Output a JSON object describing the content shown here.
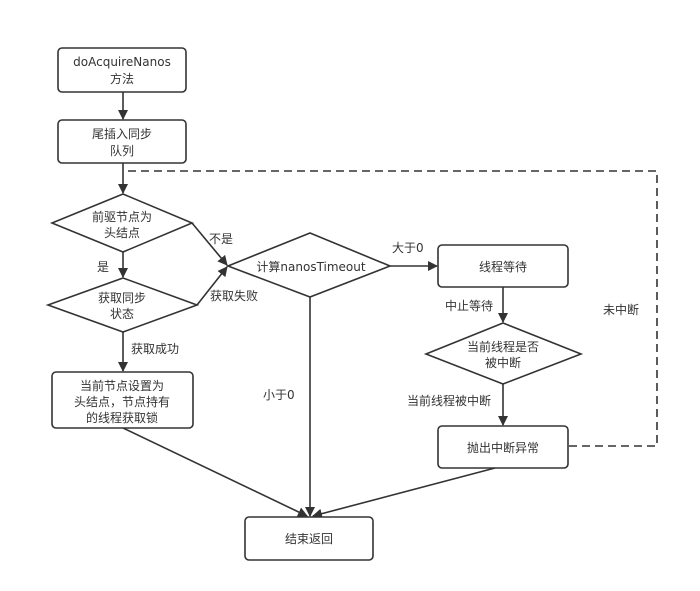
{
  "nodes": {
    "start": {
      "line1": "doAcquireNanos",
      "line2": "方法"
    },
    "enqueue": {
      "line1": "尾插入同步",
      "line2": "队列"
    },
    "pred_head": {
      "line1": "前驱节点为",
      "line2": "头结点"
    },
    "try_acquire": {
      "line1": "获取同步",
      "line2": "状态"
    },
    "set_head": {
      "line1": "当前节点设置为",
      "line2": "头结点，节点持有",
      "line3": "的线程获取锁"
    },
    "calc_timeout": {
      "line1": "计算nanosTimeout"
    },
    "wait": {
      "line1": "线程等待"
    },
    "interrupted_check": {
      "line1": "当前线程是否",
      "line2": "被中断"
    },
    "throw": {
      "line1": "抛出中断异常"
    },
    "end": {
      "line1": "结束返回"
    }
  },
  "edges": {
    "not_head": "不是",
    "is_head": "是",
    "acquire_fail": "获取失败",
    "acquire_success": "获取成功",
    "greater_zero": "大于0",
    "less_zero": "小于0",
    "stop_wait": "中止等待",
    "interrupted": "当前线程被中断",
    "not_interrupted": "未中断"
  }
}
